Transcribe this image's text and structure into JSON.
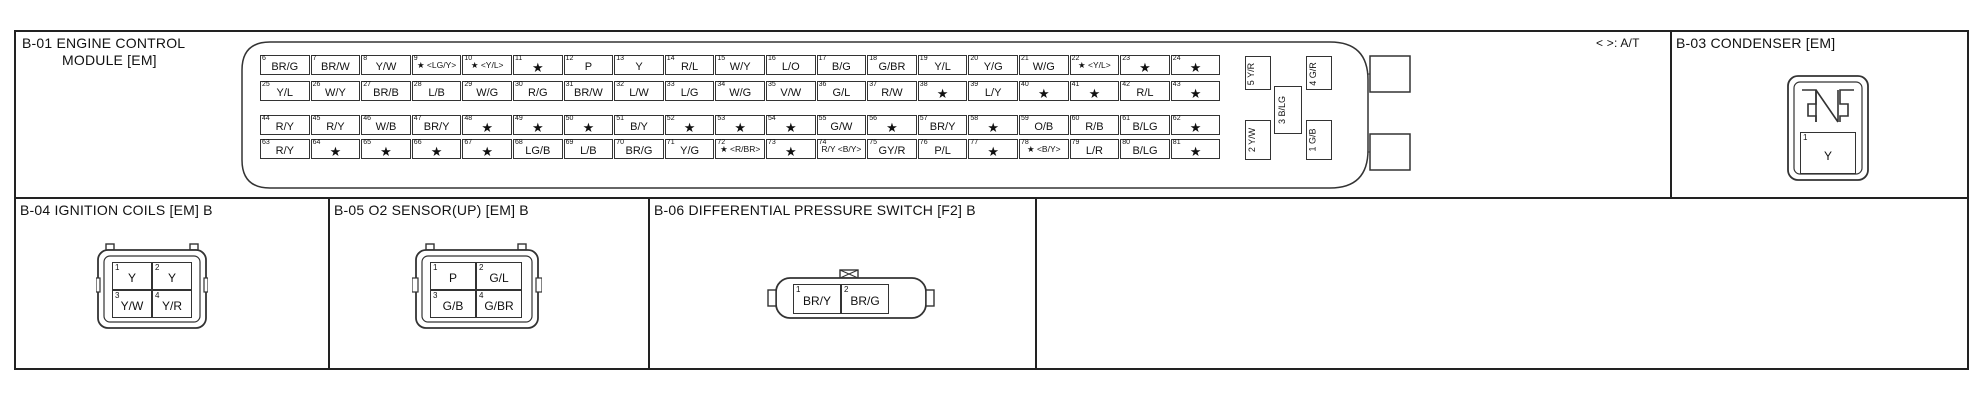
{
  "sections": {
    "b01": {
      "title_line1": "B-01 ENGINE CONTROL",
      "title_line2": "MODULE [EM]",
      "legend": "< >: A/T"
    },
    "b03": {
      "title": "B-03 CONDENSER [EM]",
      "pin1": "1",
      "pin1_color": "Y"
    },
    "b04": {
      "title": "B-04 IGNITION COILS [EM] B"
    },
    "b05": {
      "title": "B-05 O2 SENSOR(UP) [EM] B"
    },
    "b06": {
      "title": "B-06 DIFFERENTIAL PRESSURE SWITCH [F2] B"
    }
  },
  "ecm_rows": [
    [
      [
        "6",
        "BR/G"
      ],
      [
        "7",
        "BR/W"
      ],
      [
        "8",
        "Y/W"
      ],
      [
        "9",
        "★ <LG/Y>"
      ],
      [
        "10",
        "★ <Y/L>"
      ],
      [
        "11",
        "★"
      ],
      [
        "12",
        "P"
      ],
      [
        "13",
        "Y"
      ],
      [
        "14",
        "R/L"
      ],
      [
        "15",
        "W/Y"
      ],
      [
        "16",
        "L/O"
      ],
      [
        "17",
        "B/G"
      ],
      [
        "18",
        "G/BR"
      ],
      [
        "19",
        "Y/L"
      ],
      [
        "20",
        "Y/G"
      ],
      [
        "21",
        "W/G"
      ],
      [
        "22",
        "★ <Y/L>"
      ],
      [
        "23",
        "★"
      ],
      [
        "24",
        "★"
      ]
    ],
    [
      [
        "25",
        "Y/L"
      ],
      [
        "26",
        "W/Y"
      ],
      [
        "27",
        "BR/B"
      ],
      [
        "28",
        "L/B"
      ],
      [
        "29",
        "W/G"
      ],
      [
        "30",
        "R/G"
      ],
      [
        "31",
        "BR/W"
      ],
      [
        "32",
        "L/W"
      ],
      [
        "33",
        "L/G"
      ],
      [
        "34",
        "W/G"
      ],
      [
        "35",
        "V/W"
      ],
      [
        "36",
        "G/L"
      ],
      [
        "37",
        "R/W"
      ],
      [
        "38",
        "★"
      ],
      [
        "39",
        "L/Y"
      ],
      [
        "40",
        "★"
      ],
      [
        "41",
        "★"
      ],
      [
        "42",
        "R/L"
      ],
      [
        "43",
        "★"
      ]
    ],
    [
      [
        "44",
        "R/Y"
      ],
      [
        "45",
        "R/Y"
      ],
      [
        "46",
        "W/B"
      ],
      [
        "47",
        "BR/Y"
      ],
      [
        "48",
        "★"
      ],
      [
        "49",
        "★"
      ],
      [
        "50",
        "★"
      ],
      [
        "51",
        "B/Y"
      ],
      [
        "52",
        "★"
      ],
      [
        "53",
        "★"
      ],
      [
        "54",
        "★"
      ],
      [
        "55",
        "G/W"
      ],
      [
        "56",
        "★"
      ],
      [
        "57",
        "BR/Y"
      ],
      [
        "58",
        "★"
      ],
      [
        "59",
        "O/B"
      ],
      [
        "60",
        "R/B"
      ],
      [
        "61",
        "B/LG"
      ],
      [
        "62",
        "★"
      ]
    ],
    [
      [
        "63",
        "R/Y"
      ],
      [
        "64",
        "★"
      ],
      [
        "65",
        "★"
      ],
      [
        "66",
        "★"
      ],
      [
        "67",
        "★"
      ],
      [
        "68",
        "LG/B"
      ],
      [
        "69",
        "L/B"
      ],
      [
        "70",
        "BR/G"
      ],
      [
        "71",
        "Y/G"
      ],
      [
        "72",
        "★ <R/BR>"
      ],
      [
        "73",
        "★"
      ],
      [
        "74",
        "R/Y <B/Y>"
      ],
      [
        "75",
        "GY/R"
      ],
      [
        "76",
        "P/L"
      ],
      [
        "77",
        "★"
      ],
      [
        "78",
        "★ <B/Y>"
      ],
      [
        "79",
        "L/R"
      ],
      [
        "80",
        "B/LG"
      ],
      [
        "81",
        "★"
      ]
    ]
  ],
  "ecm_side": {
    "top_left": {
      "n": "5",
      "c": "Y/R"
    },
    "top_right": {
      "n": "4",
      "c": "G/R"
    },
    "mid": {
      "n": "3",
      "c": "B/LG"
    },
    "bot_left": {
      "n": "2",
      "c": "Y/W"
    },
    "bot_right": {
      "n": "1",
      "c": "G/B"
    }
  },
  "b04_pins": [
    {
      "n": "1",
      "c": "Y"
    },
    {
      "n": "2",
      "c": "Y"
    },
    {
      "n": "3",
      "c": "Y/W"
    },
    {
      "n": "4",
      "c": "Y/R"
    }
  ],
  "b05_pins": [
    {
      "n": "1",
      "c": "P"
    },
    {
      "n": "2",
      "c": "G/L"
    },
    {
      "n": "3",
      "c": "G/B"
    },
    {
      "n": "4",
      "c": "G/BR"
    }
  ],
  "b06_pins": [
    {
      "n": "1",
      "c": "BR/Y"
    },
    {
      "n": "2",
      "c": "BR/G"
    }
  ]
}
